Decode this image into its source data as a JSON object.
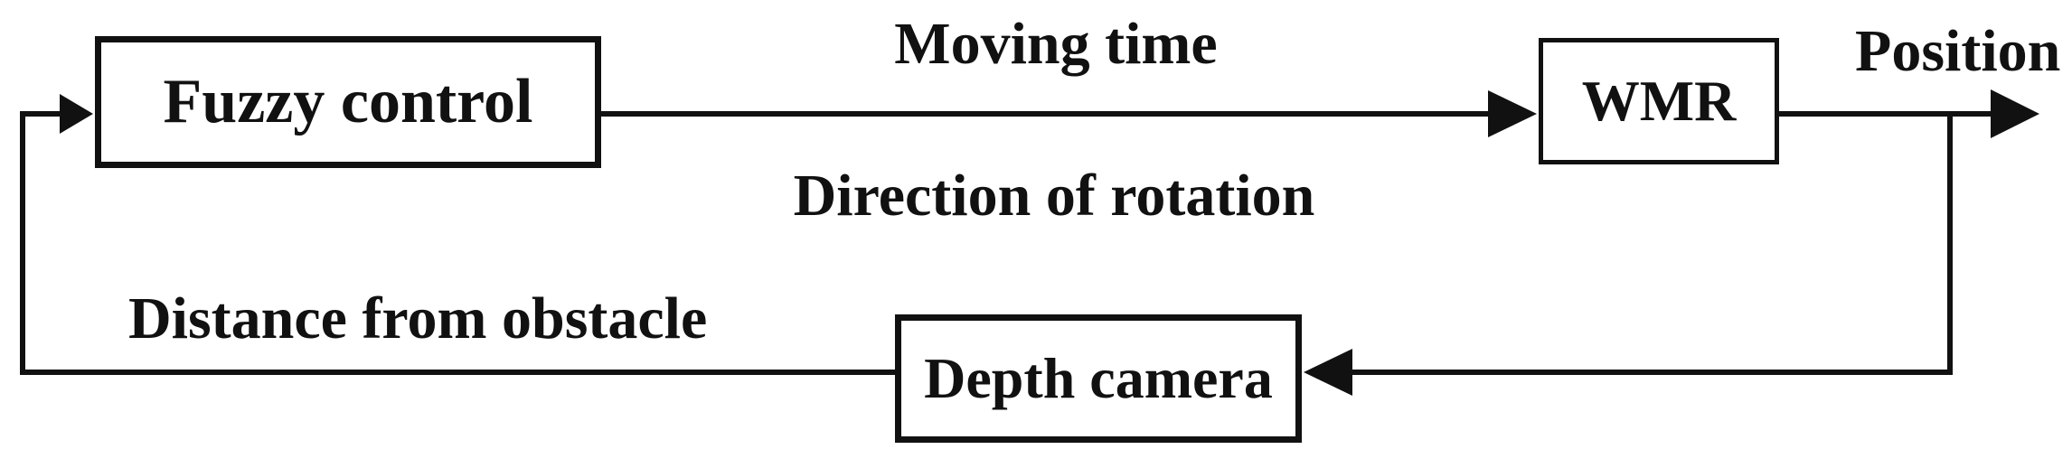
{
  "diagram": {
    "type": "block-diagram",
    "description": "Closed-loop fuzzy control system for a wheeled mobile robot with depth-camera feedback",
    "background_color": "#ffffff",
    "line_color": "#111111",
    "text_color": "#111111",
    "nodes": [
      {
        "id": "fuzzy-control",
        "label": "Fuzzy control",
        "shape": "rectangle"
      },
      {
        "id": "wmr",
        "label": "WMR",
        "shape": "rectangle"
      },
      {
        "id": "depth-camera",
        "label": "Depth camera",
        "shape": "rectangle"
      }
    ],
    "edges": [
      {
        "from": "fuzzy-control",
        "to": "wmr",
        "labels": [
          "Moving time",
          "Direction of rotation"
        ],
        "direction": "right"
      },
      {
        "from": "wmr",
        "to": "output",
        "labels": [
          "Position"
        ],
        "direction": "right"
      },
      {
        "from": "wmr-output-branch",
        "to": "depth-camera",
        "labels": [],
        "direction": "down-left"
      },
      {
        "from": "depth-camera",
        "to": "fuzzy-control",
        "labels": [
          "Distance from obstacle"
        ],
        "direction": "left-up"
      }
    ],
    "labels": {
      "moving_time": "Moving time",
      "direction_of_rotation": "Direction of rotation",
      "position": "Position",
      "distance_from_obstacle": "Distance from obstacle"
    }
  }
}
